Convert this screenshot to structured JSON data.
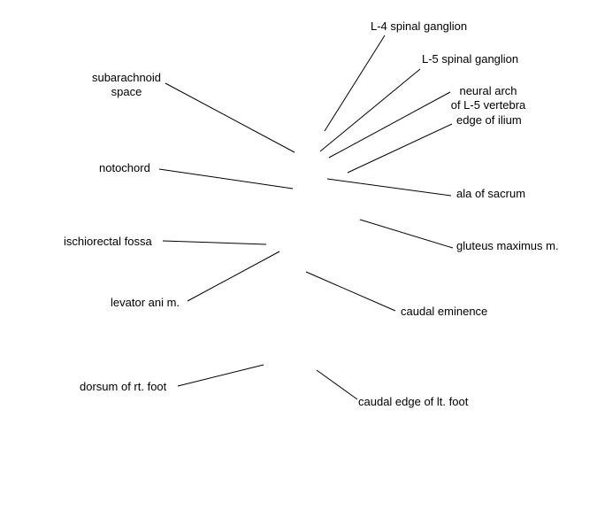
{
  "labels": {
    "l4_spinal_ganglion": "L-4 spinal ganglion",
    "l5_spinal_ganglion": "L-5 spinal ganglion",
    "neural_arch_l5": "neural arch\nof L-5 vertebra",
    "edge_of_ilium": "edge of ilium",
    "subarachnoid_space": "subarachnoid\nspace",
    "notochord": "notochord",
    "ala_of_sacrum": "ala of sacrum",
    "ischiorectal_fossa": "ischiorectal fossa",
    "gluteus_maximus": "gluteus maximus m.",
    "levator_ani": "levator ani m.",
    "caudal_eminence": "caudal eminence",
    "dorsum_rt_foot": "dorsum of rt. foot",
    "caudal_edge_lt_foot": "caudal edge of lt. foot"
  },
  "colors": {
    "background": "#ffffff",
    "line": "#000000",
    "text": "#000000"
  }
}
